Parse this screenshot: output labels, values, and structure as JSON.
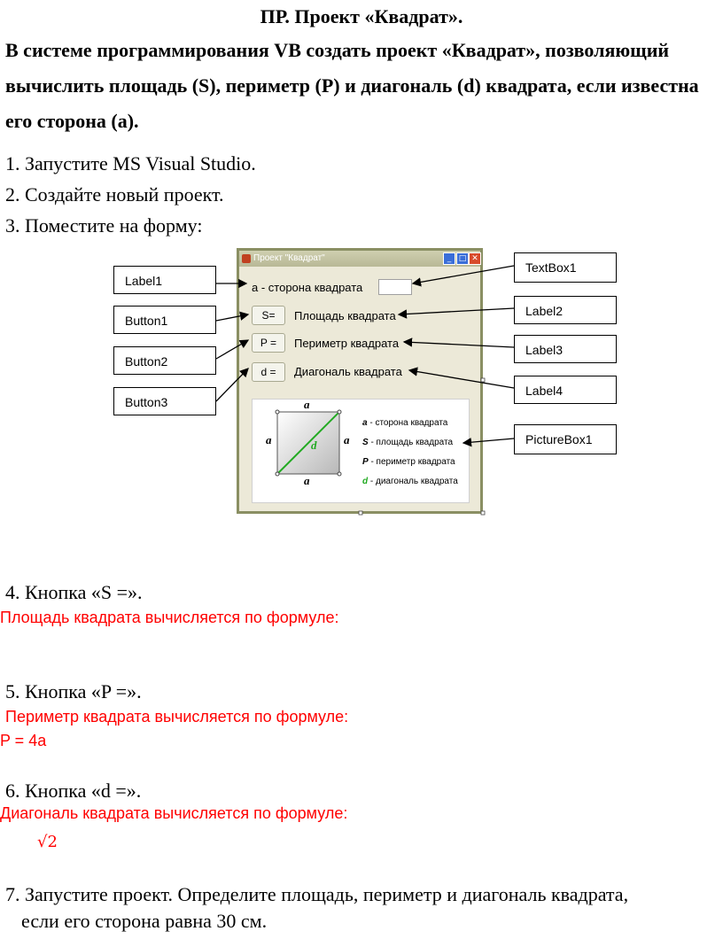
{
  "title": "ПР. Проект «Квадрат».",
  "task": "В системе программирования VB создать проект «Квадрат», позволяющий вычислить площадь (S), периметр (P) и диагональ (d) квадрата, если известна его сторона (a).",
  "steps": {
    "s1": "1. Запустите MS Visual Studio.",
    "s2": "2. Создайте новый проект.",
    "s3": "3. Поместите на форму:",
    "s4": "4. Кнопка «S =».",
    "s4_note": "Площадь квадрата вычисляется по формуле:",
    "s5": "5. Кнопка «P =».",
    "s5_note": "Периметр квадрата вычисляется по формуле:",
    "s5_formula": "P = 4a",
    "s6": "6. Кнопка «d =».",
    "s6_note": "Диагональ квадрата вычисляется по формуле:",
    "s6_formula": "√2",
    "s7": "7. Запустите проект. Определите площадь, периметр и диагональ квадрата,",
    "s7b": "если его сторона равна 30 см."
  },
  "form": {
    "window_title": "Проект \"Квадрат\"",
    "label1": "а - сторона квадрата",
    "button1": "S=",
    "label2": "Площадь квадрата",
    "button2": "P =",
    "label3": "Периметр квадрата",
    "button3": "d =",
    "label4": "Диагональ квадрата",
    "picture": {
      "side_top": "a",
      "side_left": "a",
      "side_right": "a",
      "side_bottom": "a",
      "diag": "d",
      "legend": [
        {
          "sym": "a",
          "text": " - сторона квадрата",
          "color": "#000000"
        },
        {
          "sym": "S",
          "text": " - площадь квадрата",
          "color": "#000000"
        },
        {
          "sym": "P",
          "text": " - периметр квадрата",
          "color": "#000000"
        },
        {
          "sym": "d",
          "text": " - диагональ квадрата",
          "color": "#22aa22"
        }
      ]
    }
  },
  "callouts": {
    "label1": "Label1",
    "button1": "Button1",
    "button2": "Button2",
    "button3": "Button3",
    "textbox1": "TextBox1",
    "label2": "Label2",
    "label3": "Label3",
    "label4": "Label4",
    "picturebox1": "PictureBox1"
  },
  "colors": {
    "note_red": "#ff0000",
    "diag_green": "#22aa22"
  }
}
